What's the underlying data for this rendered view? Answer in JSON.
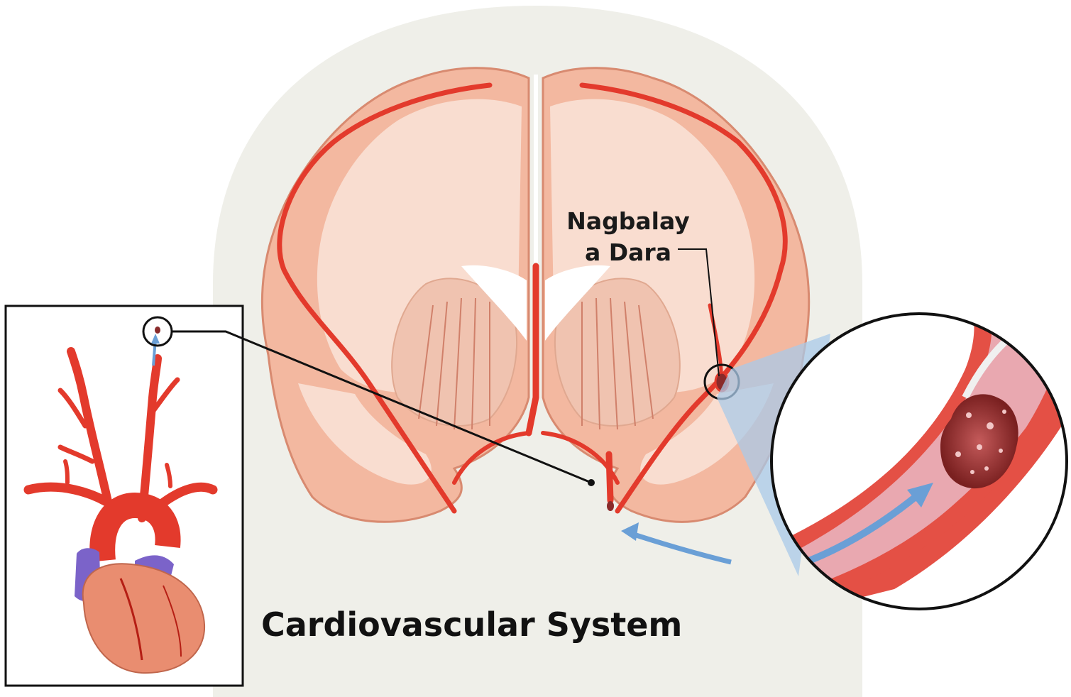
{
  "labels": {
    "clot_line1": "Nagbalay",
    "clot_line2": "a Dara",
    "system_title": "Cardiovascular System"
  },
  "colors": {
    "head_silhouette": "#efefe9",
    "brain_grey_matter": "#f3b8a0",
    "brain_grey_outline": "#d88a70",
    "brain_white_matter": "#f9ddd0",
    "basal_ganglia": "#f0c3b0",
    "artery_red": "#e33a2c",
    "artery_dark": "#b51e14",
    "vein_purple": "#7b63c9",
    "heart_muscle": "#e98d70",
    "clot": "#8a2a2a",
    "flow_arrow": "#6a9fd6",
    "magnifier_wedge": "#a9c9e8",
    "vessel_interior": "#e9a8b0",
    "frame_black": "#111111"
  },
  "icons": {
    "flow": "arrow-icon",
    "magnifier": "magnifier-circle-icon"
  }
}
